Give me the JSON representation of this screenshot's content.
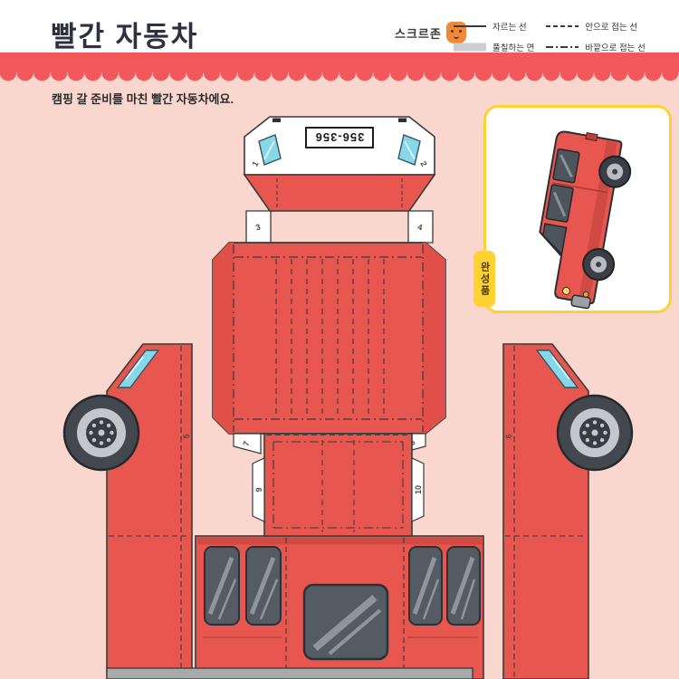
{
  "page": {
    "title": "빨간 자동차",
    "subtitle": "캠핑 갈 준비를 마친 빨간 자동차에요.",
    "bg_color": "#f9d7cf",
    "band_color": "#f2575a"
  },
  "brand": {
    "name": "스크르존"
  },
  "legend": {
    "items": [
      {
        "label": "자르는 선",
        "style": "solid"
      },
      {
        "label": "안으로 접는 선",
        "style": "dashed"
      },
      {
        "label": "풀칠하는 면",
        "style": "glue"
      },
      {
        "label": "바깥으로 접는 선",
        "style": "dashdot"
      }
    ]
  },
  "completed_box": {
    "badge": "완성품",
    "border_color": "#ffd233"
  },
  "template": {
    "license_plate": "356-356",
    "tab_numbers": [
      "1",
      "2",
      "3",
      "4",
      "5",
      "6",
      "7",
      "8",
      "9",
      "10"
    ],
    "colors": {
      "body_red": "#e8574f",
      "shade_red": "#d04a44",
      "window_cyan": "#86d7e8",
      "window_dark": "#555b62",
      "glue_gray": "#cdced0",
      "bumper_gray": "#a7a9ab"
    }
  }
}
